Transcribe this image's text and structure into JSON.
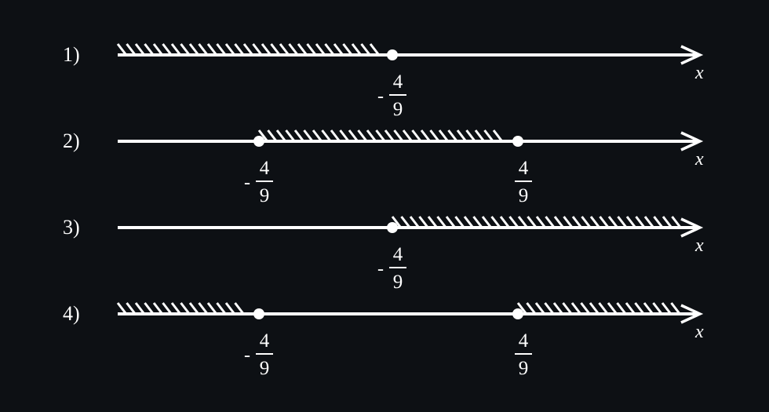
{
  "colors": {
    "background": "#0d1014",
    "foreground": "#ffffff"
  },
  "axis_label": "x",
  "point_marker": "filled-circle",
  "lines": [
    {
      "label": "1)",
      "points": [
        {
          "sign": "-",
          "numerator": "4",
          "denominator": "9"
        }
      ],
      "shading": "left-of-point"
    },
    {
      "label": "2)",
      "points": [
        {
          "sign": "-",
          "numerator": "4",
          "denominator": "9"
        },
        {
          "sign": "",
          "numerator": "4",
          "denominator": "9"
        }
      ],
      "shading": "between-points"
    },
    {
      "label": "3)",
      "points": [
        {
          "sign": "-",
          "numerator": "4",
          "denominator": "9"
        }
      ],
      "shading": "right-of-point"
    },
    {
      "label": "4)",
      "points": [
        {
          "sign": "-",
          "numerator": "4",
          "denominator": "9"
        },
        {
          "sign": "",
          "numerator": "4",
          "denominator": "9"
        }
      ],
      "shading": "outside-points"
    }
  ]
}
